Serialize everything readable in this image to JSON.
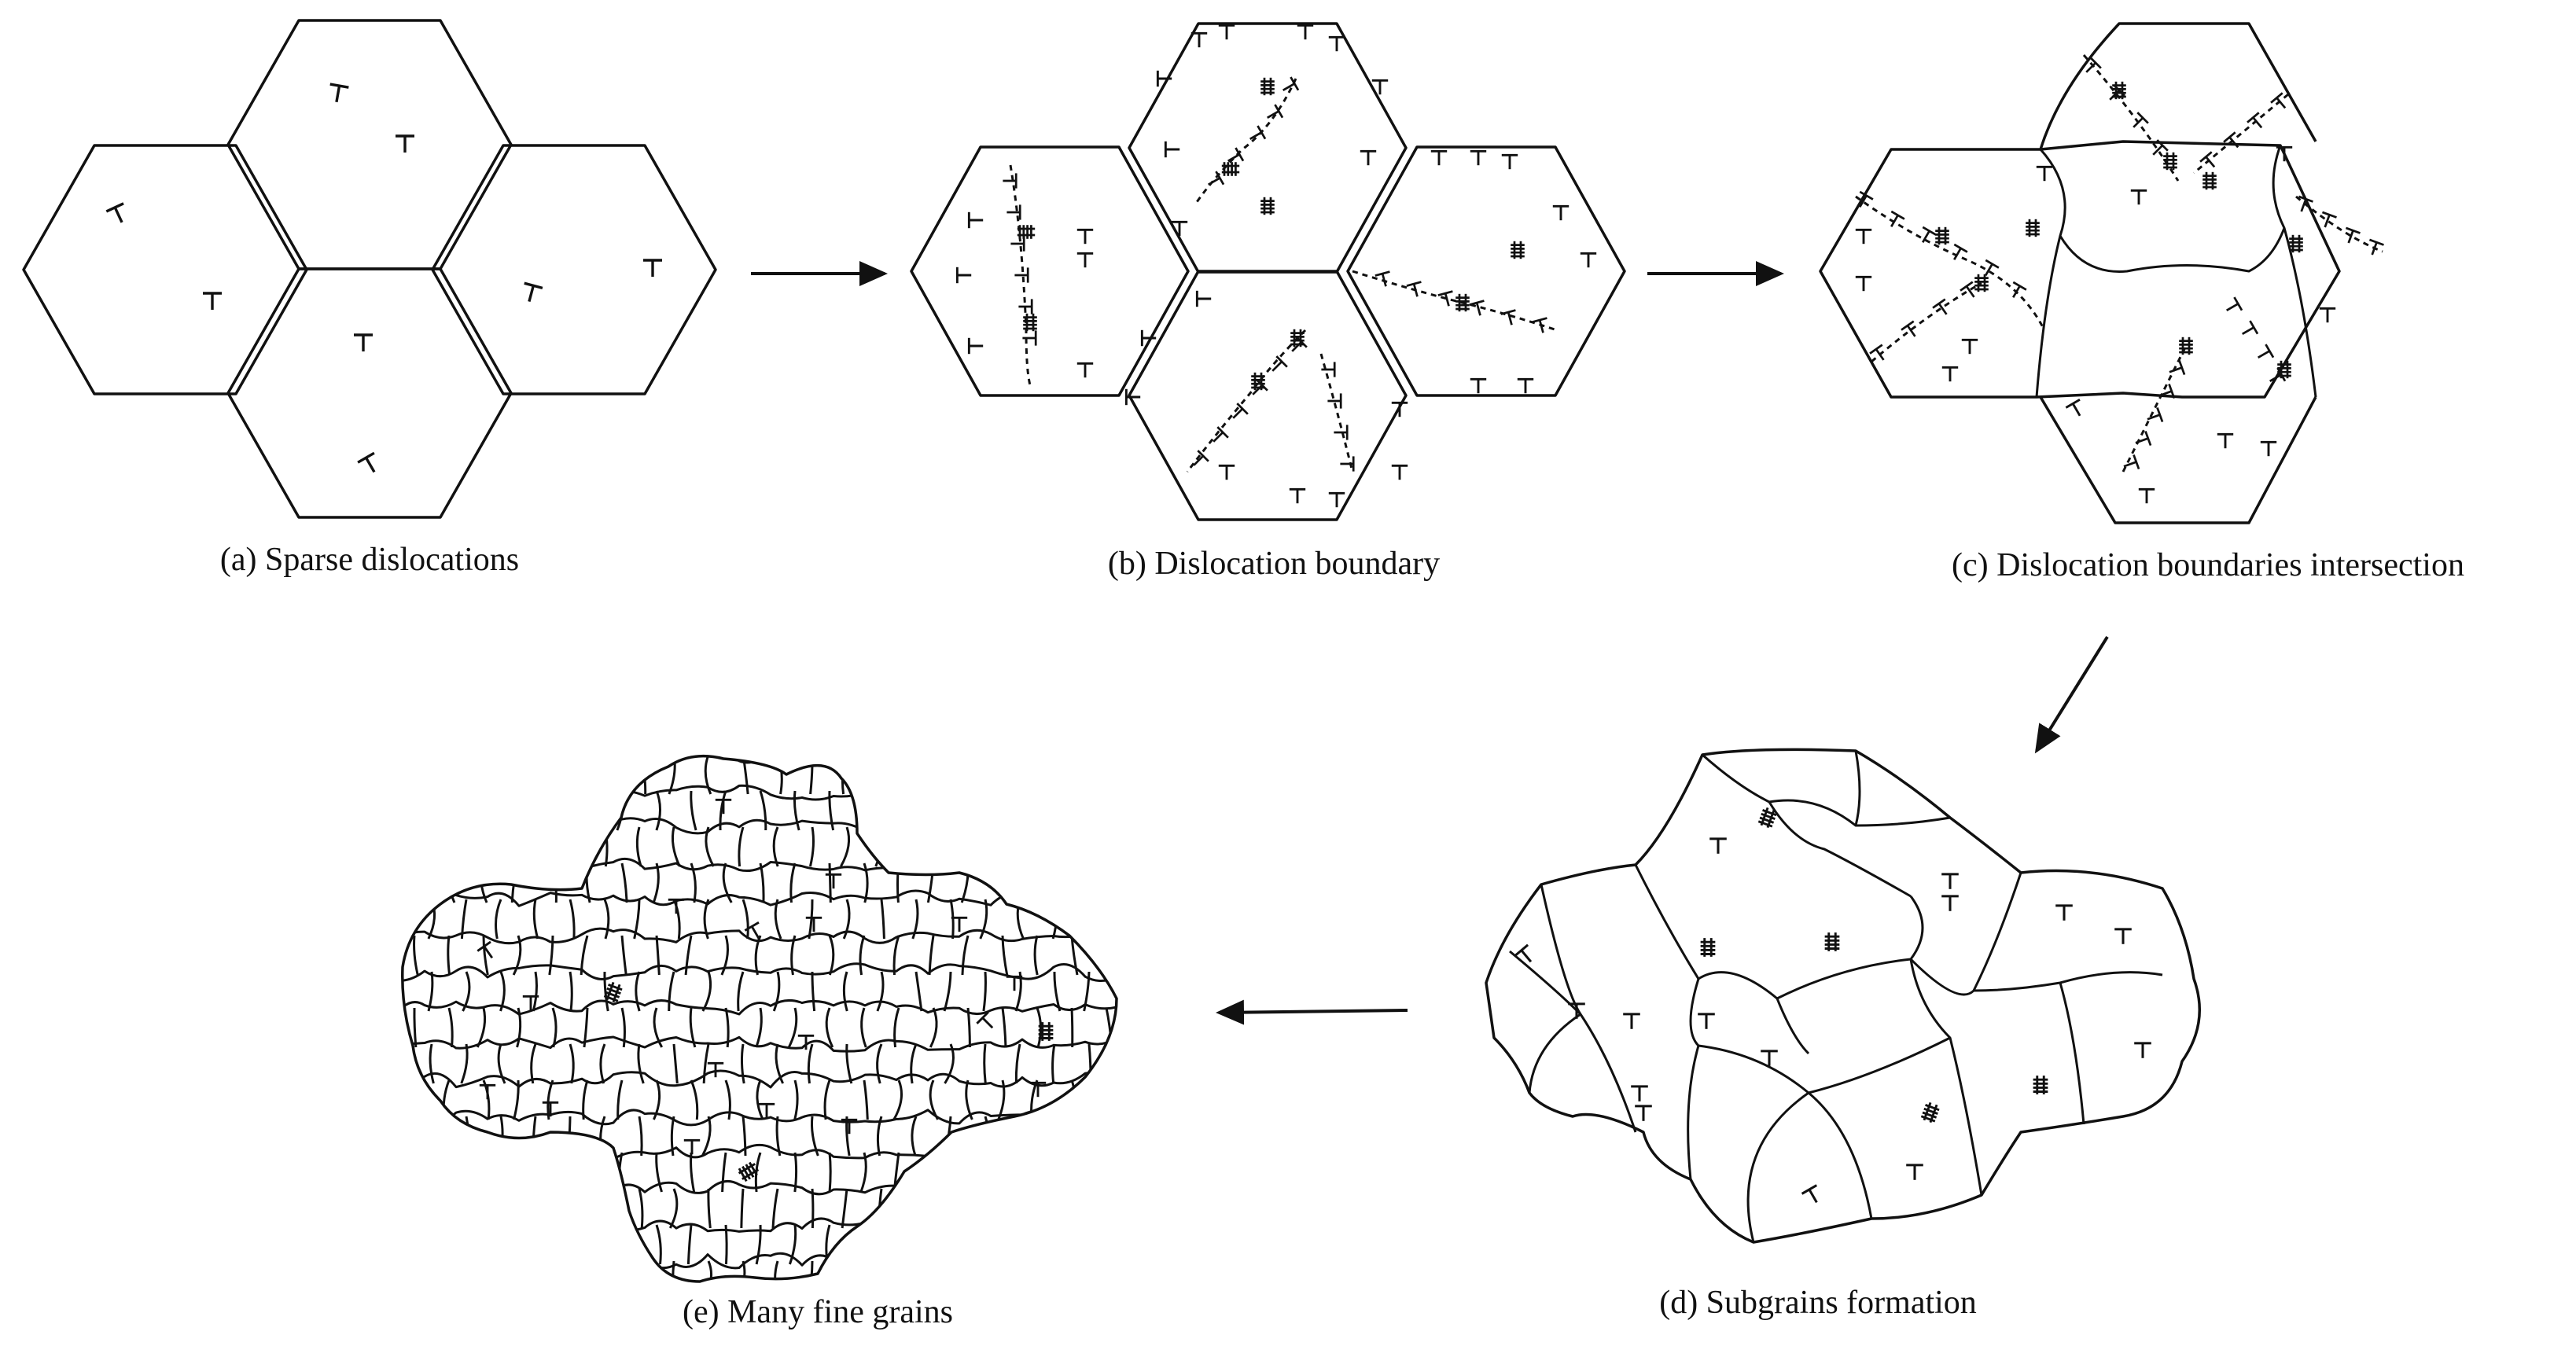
{
  "panels": [
    {
      "id": "a",
      "caption": "(a) Sparse dislocations"
    },
    {
      "id": "b",
      "caption": "(b) Dislocation boundary"
    },
    {
      "id": "c",
      "caption": "(c) Dislocation boundaries intersection"
    },
    {
      "id": "d",
      "caption": "(d)  Subgrains formation"
    },
    {
      "id": "e",
      "caption": "(e) Many fine grains"
    }
  ],
  "symbols": {
    "dislocation": "T-symbol",
    "tangle": "hash-mark"
  },
  "arrows": [
    "a-to-b",
    "b-to-c",
    "c-to-d",
    "d-to-e"
  ]
}
